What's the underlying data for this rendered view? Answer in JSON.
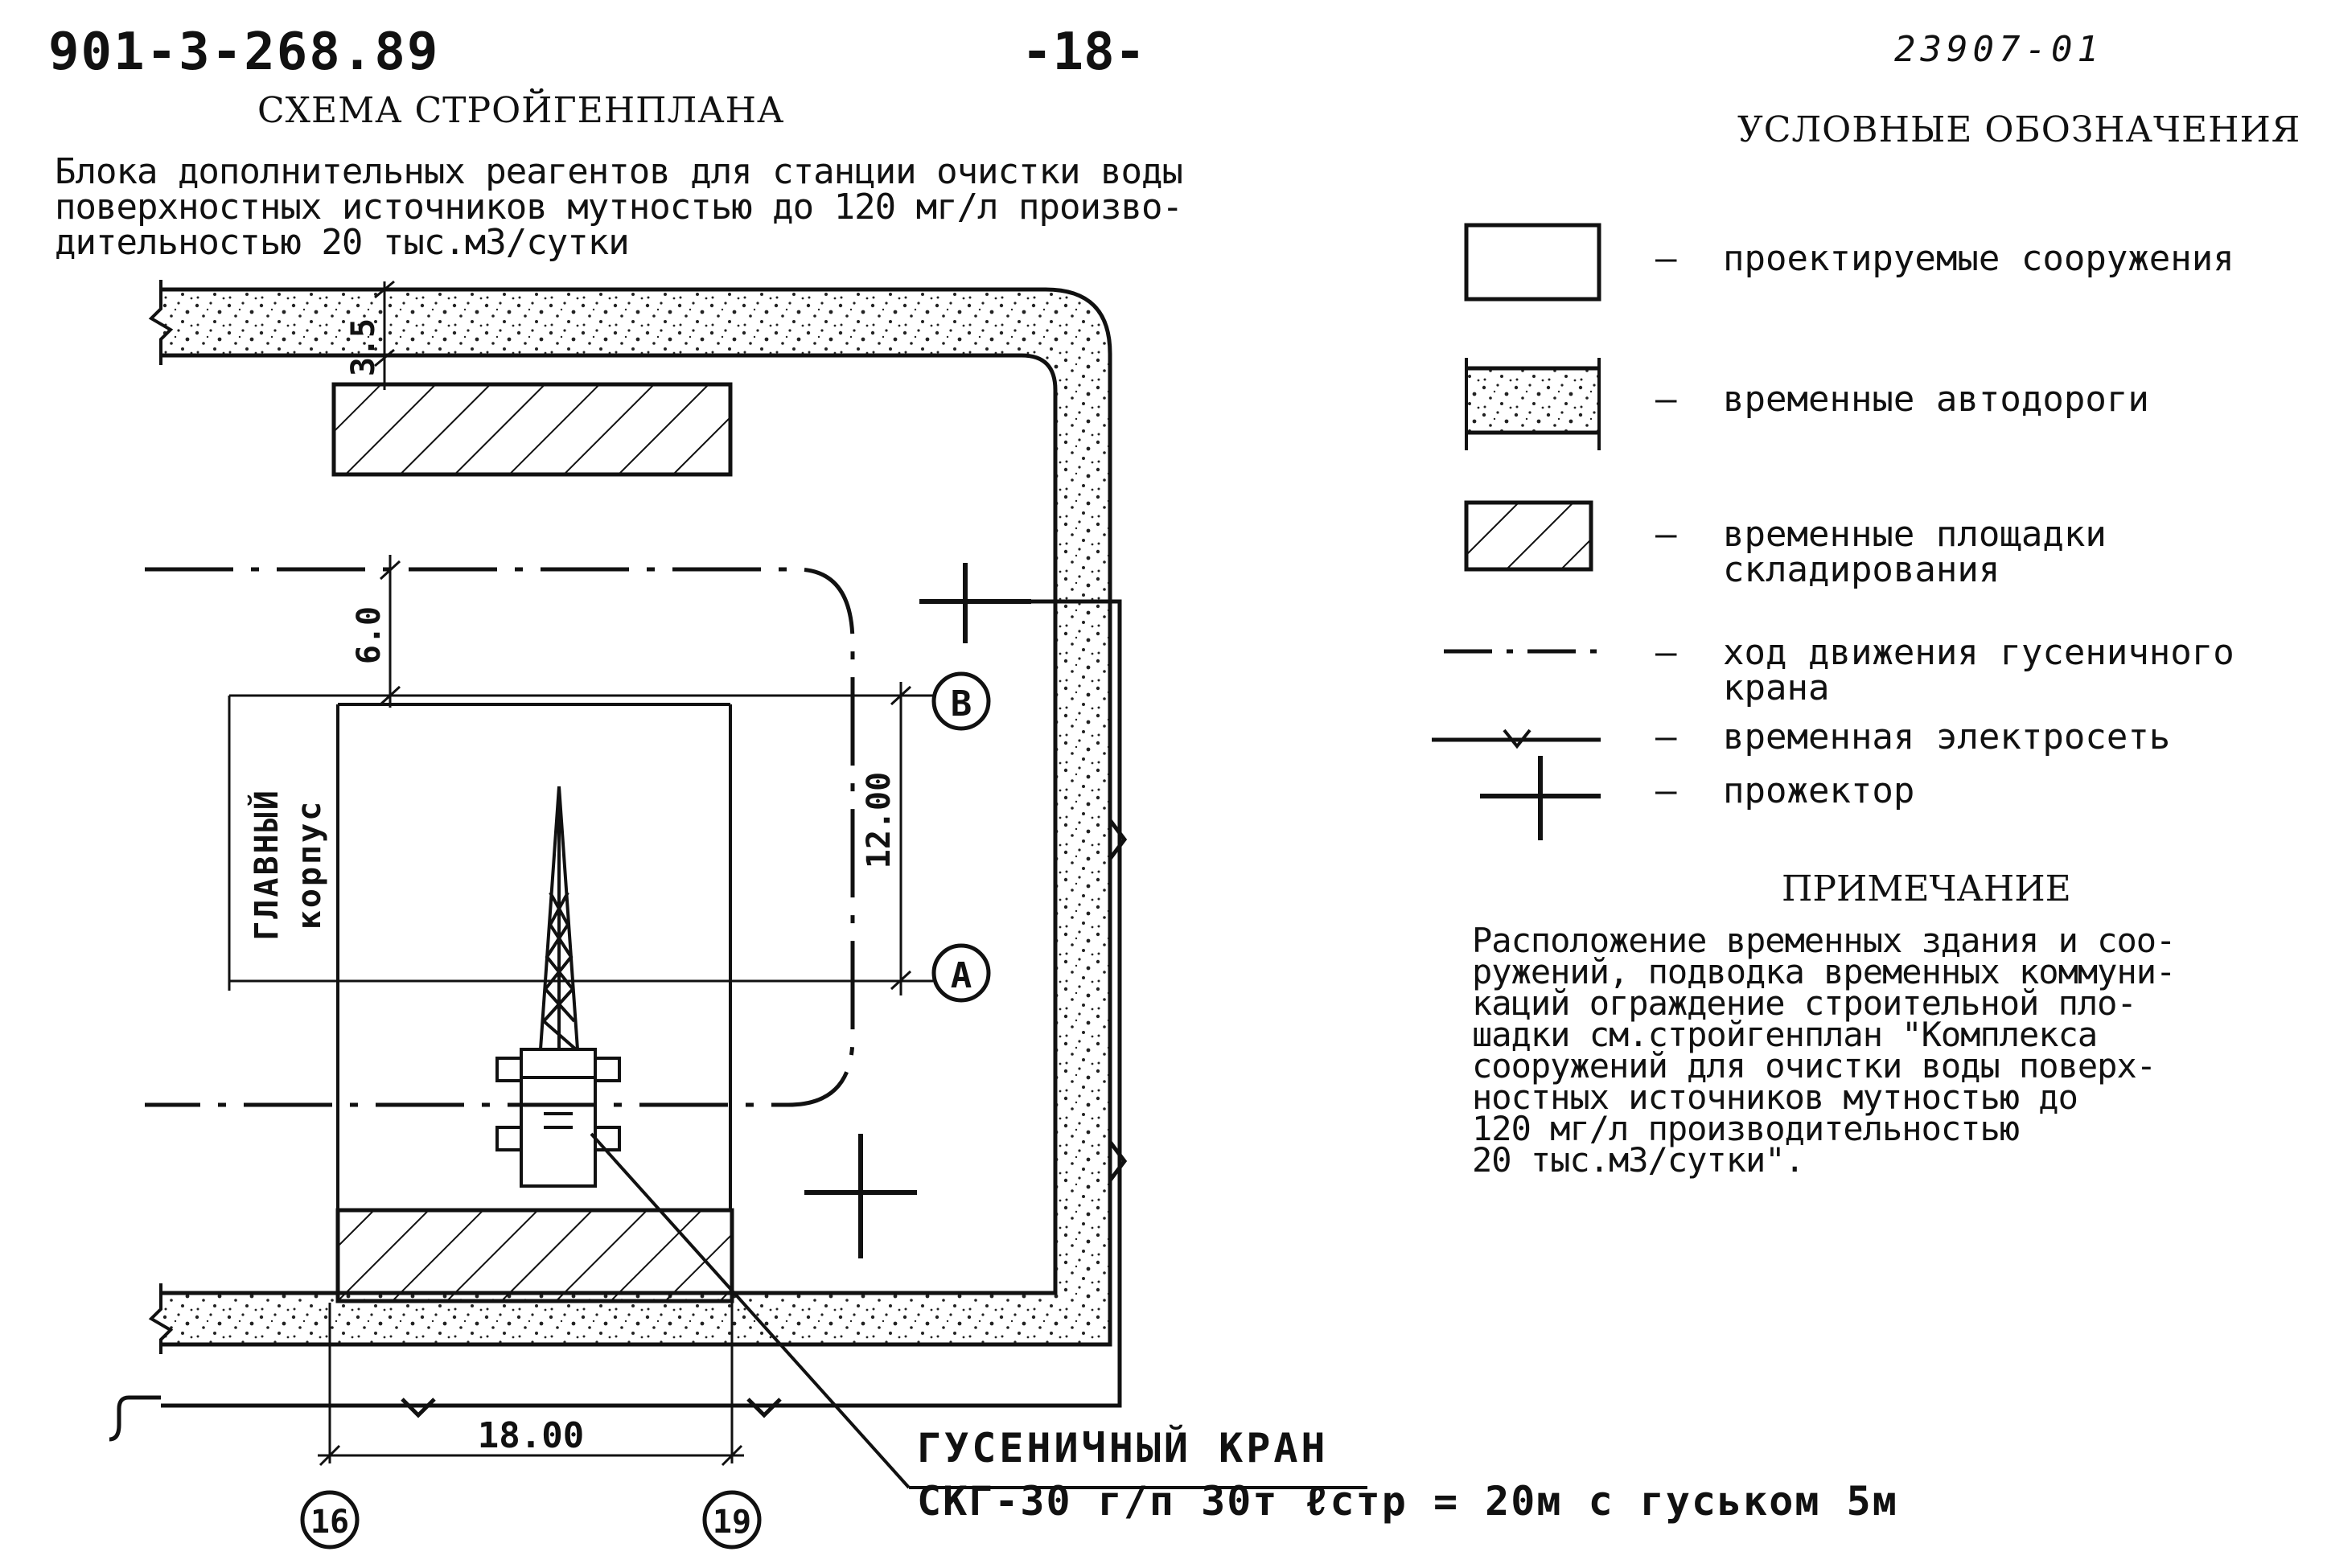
{
  "header": {
    "sheet_code": "901-3-268.89",
    "page_number": "-18-",
    "inventory_number": "23907-01"
  },
  "title": "СХЕМА СТРОЙГЕНПЛАНА",
  "description": [
    "Блока дополнительных реагентов для станции очистки воды",
    "поверхностных источников мутностью до 120 мг/л произво-",
    "дительностью 20 тыс.м3/сутки"
  ],
  "plan": {
    "building_label": [
      "ГЛАВНЫЙ",
      "корпус"
    ],
    "dimensions": {
      "road_width": "3.5",
      "crane_offset": "6.0",
      "bay_span": "12.00",
      "column_span": "18.00"
    },
    "axes": {
      "row_b": "В",
      "row_a": "А",
      "col_16": "16",
      "col_19": "19"
    },
    "crane_callout": {
      "line1": "ГУСЕНИЧНЫЙ КРАН",
      "line2": "СКГ-30 г/п 30т ℓстр = 20м с гуськом 5м"
    }
  },
  "legend": {
    "title": "УСЛОВНЫЕ ОБОЗНАЧЕНИЯ",
    "items": [
      {
        "symbol": "designed-structure",
        "dash": "–",
        "label": [
          "проектируемые сооружения"
        ]
      },
      {
        "symbol": "temporary-road",
        "dash": "–",
        "label": [
          "временные автодороги"
        ]
      },
      {
        "symbol": "storage-area",
        "dash": "–",
        "label": [
          "временные площадки",
          "складирования"
        ]
      },
      {
        "symbol": "crane-path",
        "dash": "–",
        "label": [
          "ход движения гусеничного",
          "крана"
        ]
      },
      {
        "symbol": "power-line",
        "dash": "–",
        "label": [
          "временная электросеть"
        ]
      },
      {
        "symbol": "floodlight",
        "dash": "–",
        "label": [
          "прожектор"
        ]
      }
    ]
  },
  "note": {
    "title": "ПРИМЕЧАНИЕ",
    "lines": [
      "Расположение временных здания и соо-",
      "ружений, подводка временных коммуни-",
      "каций ограждение строительной пло-",
      "шадки см.стройгенплан \"Комплекса",
      "сооружений для очистки воды поверх-",
      "ностных источников мутностью до",
      "120 мг/л производительностью",
      "20 тыс.м3/сутки\"."
    ]
  }
}
